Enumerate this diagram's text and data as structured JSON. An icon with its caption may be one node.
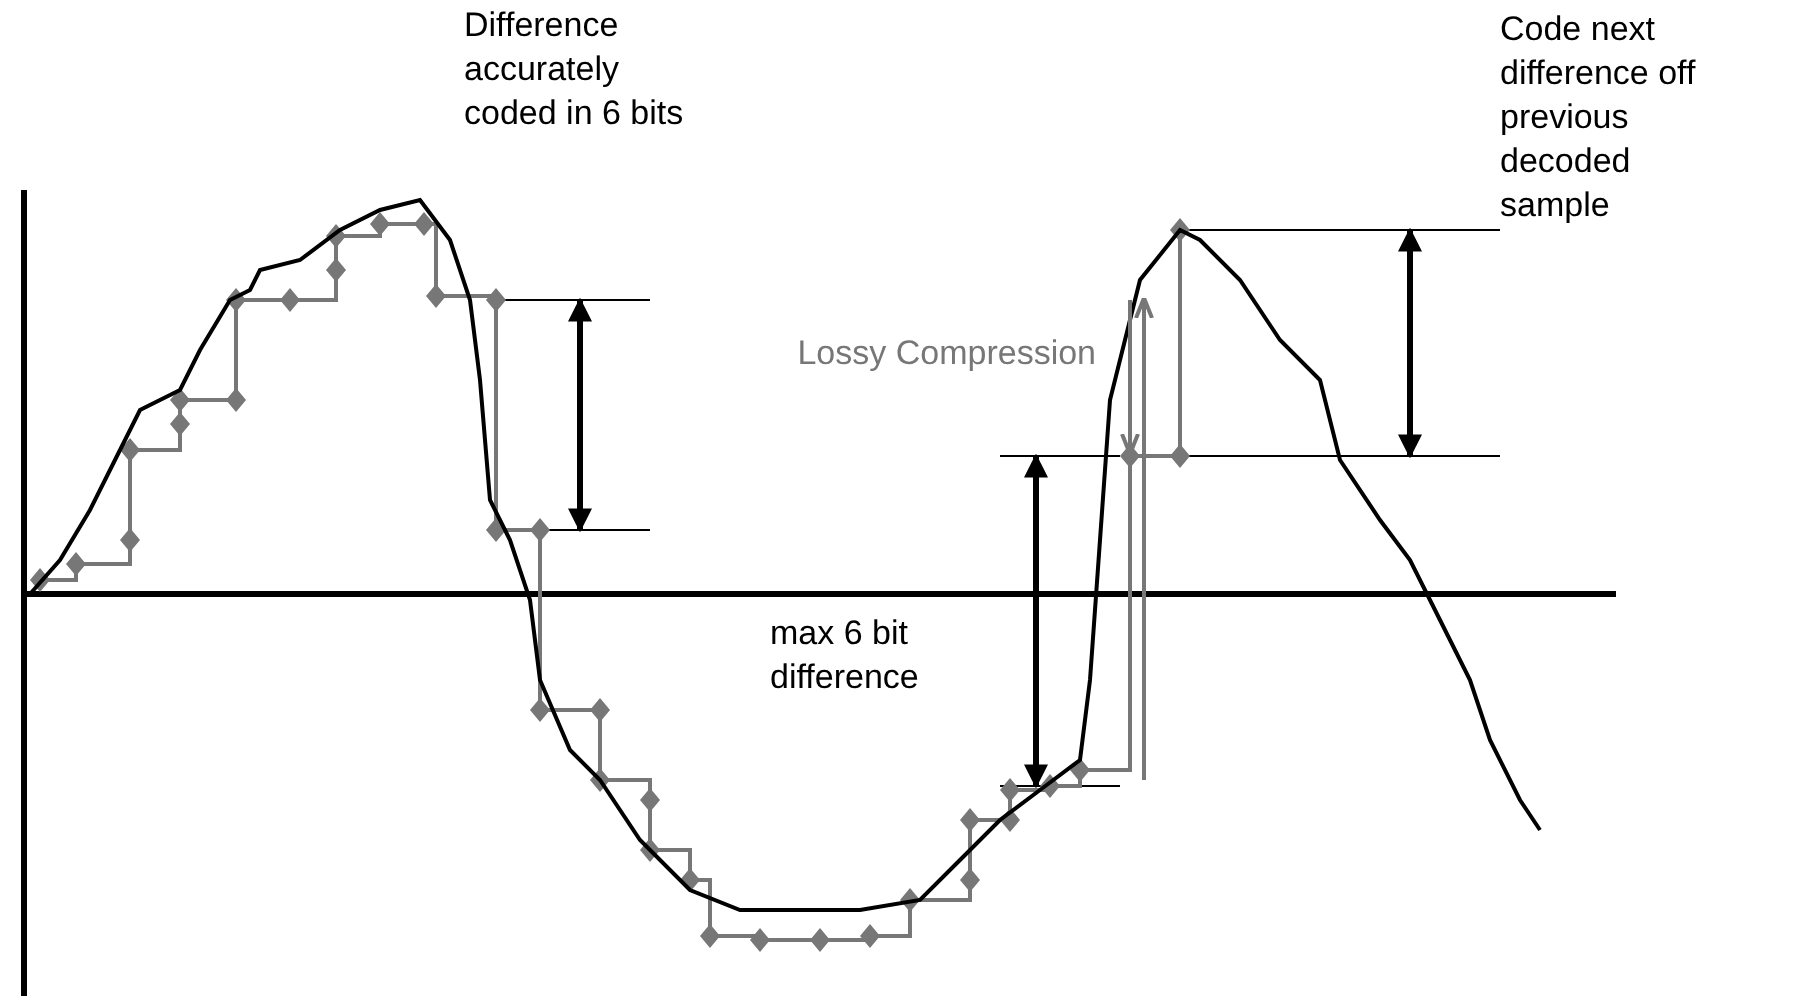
{
  "diagram": {
    "labels": [
      "Difference accurately coded in 6 bits",
      "Lossy Compression",
      "Code next difference off previous decoded sample",
      "max 6 bit difference"
    ]
  }
}
